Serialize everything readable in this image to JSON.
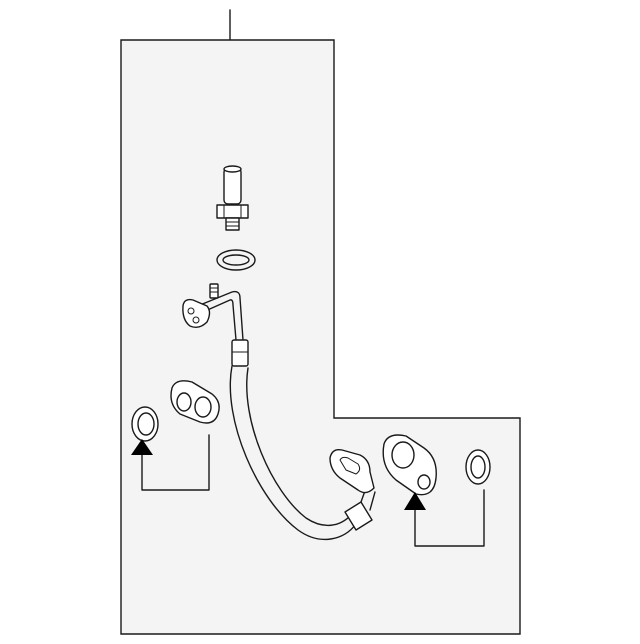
{
  "diagram": {
    "type": "parts-exploded-view",
    "colors": {
      "background": "#ffffff",
      "panel": "#f4f4f4",
      "line": "#1a1a1a",
      "arrow": "#000000"
    },
    "parts": [
      {
        "name": "pressure-switch-sensor"
      },
      {
        "name": "sensor-o-ring"
      },
      {
        "name": "hose-assembly"
      },
      {
        "name": "left-flange-gasket"
      },
      {
        "name": "left-o-ring"
      },
      {
        "name": "right-flange-gasket"
      },
      {
        "name": "right-o-ring"
      }
    ],
    "callouts": [
      {
        "name": "left-callout-arrow",
        "points_to": "left-o-ring"
      },
      {
        "name": "right-callout-arrow",
        "points_to": "right-flange-gasket"
      }
    ]
  }
}
